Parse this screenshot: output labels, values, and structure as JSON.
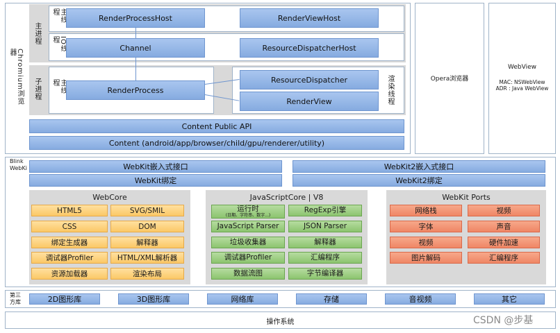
{
  "chromium": {
    "label": "Chromium浏览器",
    "main_process": {
      "label": "主进程",
      "main_thread": {
        "label": "主线程",
        "left": "RenderProcessHost",
        "right": "RenderViewHost"
      },
      "io_thread": {
        "label": "IO线程",
        "left": "Channel",
        "right": "ResourceDispatcherHost"
      }
    },
    "child_process": {
      "label": "子进程",
      "main_thread_label": "主线程",
      "render_process": "RenderProcess",
      "resource_dispatcher": "ResourceDispatcher",
      "render_view": "RenderView",
      "render_thread_label": "渲染线程"
    },
    "content_public_api": "Content Public API",
    "content_modules": "Content (android/app/browser/child/gpu/renderer/utility)"
  },
  "opera": {
    "label": "Opera浏览器"
  },
  "webview": {
    "title": "WebView",
    "mac": "MAC: NSWebView",
    "adr": "ADR : Java WebView"
  },
  "blink": {
    "label_line1": "Blink",
    "label_line2": "WebKi",
    "webkit_embed": "WebKit嵌入式接口",
    "webkit_bind": "WebKit绑定",
    "webkit2_embed": "WebKit2嵌入式接口",
    "webkit2_bind": "WebKit2绑定",
    "webcore": {
      "title": "WebCore",
      "items": [
        "HTML5",
        "SVG/SMIL",
        "CSS",
        "DOM",
        "绑定生成器",
        "解释器",
        "调试器Profiler",
        "HTML/XML解析器",
        "资源加载器",
        "渲染布局"
      ]
    },
    "jscore": {
      "title": "JavaScriptCore | V8",
      "runtime": "运行时",
      "runtime_sub": "(日期、字符串、数字...)",
      "items": [
        "RegExp引擎",
        "JavaScript Parser",
        "JSON Parser",
        "垃圾收集器",
        "解释器",
        "调试器Profiler",
        "汇编程序",
        "数据流图",
        "字节编译器"
      ]
    },
    "ports": {
      "title": "WebKit Ports",
      "items": [
        "网络栈",
        "视频",
        "字体",
        "声音",
        "视频",
        "硬件加速",
        "图片解码",
        "汇编程序"
      ]
    }
  },
  "third_party": {
    "label_line1": "第三",
    "label_line2": "方库",
    "items": [
      "2D图形库",
      "3D图形库",
      "网络库",
      "存储",
      "音视频",
      "其它"
    ]
  },
  "os": {
    "label": "操作系统"
  },
  "watermark": "CSDN @步基"
}
